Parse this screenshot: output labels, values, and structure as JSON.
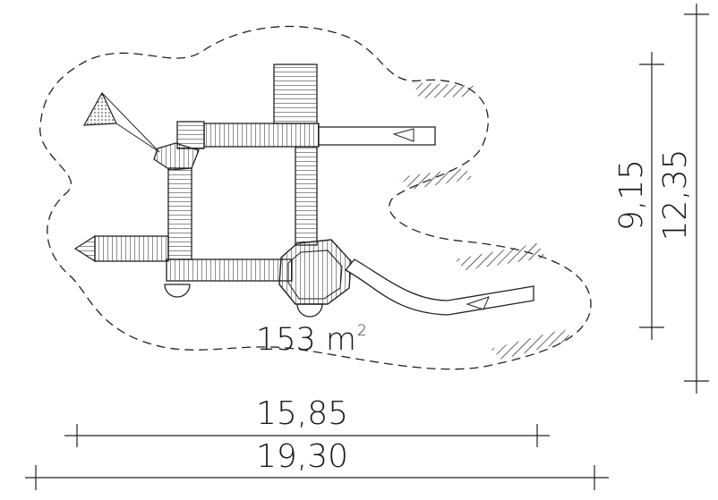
{
  "area": {
    "value": "153 m",
    "unit_sup": "2"
  },
  "dimensions": {
    "width_inner": "15,85",
    "width_outer": "19,30",
    "height_inner": "9,15",
    "height_outer": "12,35"
  }
}
